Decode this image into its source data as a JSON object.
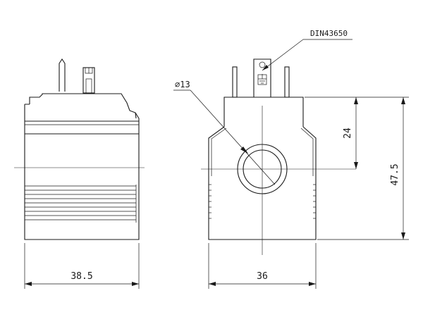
{
  "labels": {
    "width_left": "38.5",
    "width_right": "36",
    "height_total": "47.5",
    "height_center": "24",
    "bore_diameter": "∅13",
    "connector_standard": "DIN43650"
  },
  "icons": {
    "ground_symbol": "ground-icon"
  }
}
